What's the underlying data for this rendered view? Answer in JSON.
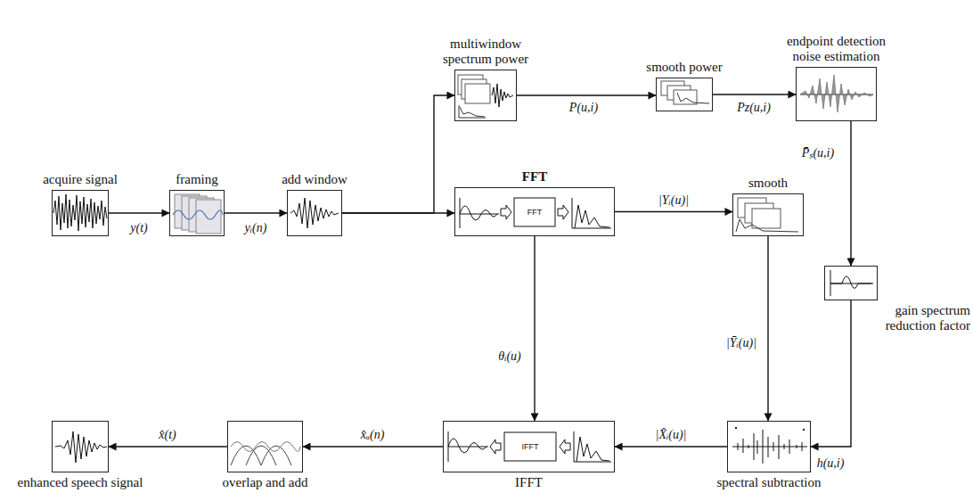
{
  "diagram": {
    "nodes": [
      {
        "text": [
          "acquire signal"
        ]
      },
      {
        "text": [
          "framing"
        ]
      },
      {
        "text": [
          "add window"
        ]
      },
      {
        "text": [
          "FFT"
        ]
      },
      {
        "text": [
          "smooth"
        ]
      },
      {
        "text": [
          "multiwindow spectrum power"
        ]
      },
      {
        "text": [
          "smooth power"
        ]
      },
      {
        "text": [
          "endpoint detection noise estimation"
        ]
      },
      {
        "text": [
          "gain spectrum reduction factor"
        ]
      },
      {
        "text": [
          "spectral subtraction"
        ]
      },
      {
        "text": [
          "IFFT"
        ]
      },
      {
        "text": [
          "overlap and add"
        ]
      },
      {
        "text": [
          "enhanced speech signal"
        ]
      }
    ],
    "edges": [
      {
        "from": 0,
        "to": 1,
        "arrow": "to",
        "label": "y(t)"
      },
      {
        "from": 1,
        "to": 2,
        "arrow": "to",
        "label": "yᵢ(n)"
      },
      {
        "from": 2,
        "to": 3,
        "arrow": "to"
      },
      {
        "from": 2,
        "to": 5,
        "arrow": "to"
      },
      {
        "from": 5,
        "to": 6,
        "arrow": "to",
        "label": "P(u,i)"
      },
      {
        "from": 6,
        "to": 7,
        "arrow": "to",
        "label": "Pz(u,i)"
      },
      {
        "from": 7,
        "to": 8,
        "arrow": "to",
        "label": "P̄ₛ(u,i)"
      },
      {
        "from": 3,
        "to": 4,
        "arrow": "to",
        "label": "|Yᵢ(u)|"
      },
      {
        "from": 4,
        "to": 9,
        "arrow": "to",
        "label": "|Ȳᵢ(u)|"
      },
      {
        "from": 8,
        "to": 9,
        "arrow": "to",
        "label": "h(u,i)"
      },
      {
        "from": 3,
        "to": 10,
        "arrow": "to",
        "label": "θᵢ(u)"
      },
      {
        "from": 9,
        "to": 10,
        "arrow": "to",
        "label": "|X̂ᵢ(u)|"
      },
      {
        "from": 10,
        "to": 11,
        "arrow": "to",
        "label": "x̂ᵤ(n)"
      },
      {
        "from": 11,
        "to": 12,
        "arrow": "to",
        "label": "x̂(t)"
      }
    ],
    "labels": [
      "FFT",
      "IFFT"
    ]
  }
}
